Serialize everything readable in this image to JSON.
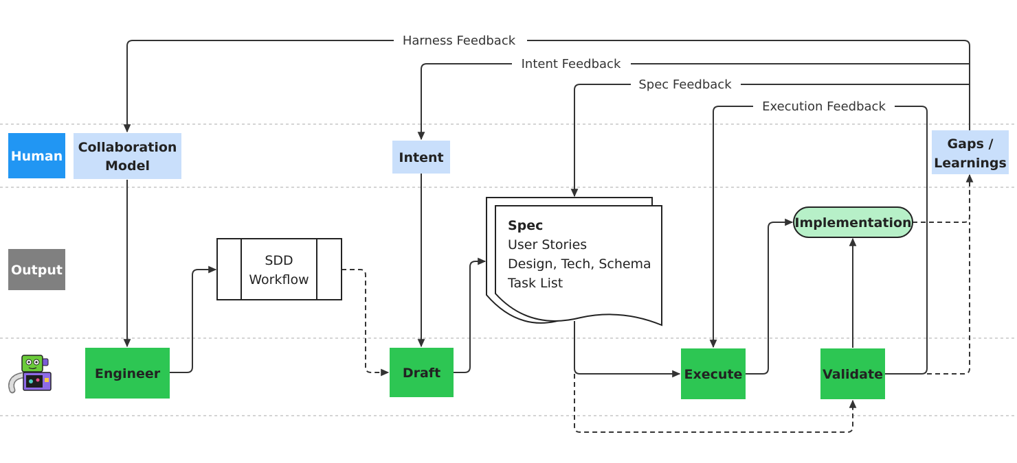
{
  "lanes": {
    "human": "Human",
    "output": "Output"
  },
  "feedback": {
    "harness": "Harness Feedback",
    "intent": "Intent Feedback",
    "spec": "Spec Feedback",
    "execution": "Execution Feedback"
  },
  "nodes": {
    "collaboration_model": [
      "Collaboration",
      "Model"
    ],
    "intent": "Intent",
    "gaps_learnings": [
      "Gaps /",
      "Learnings"
    ],
    "sdd_workflow": [
      "SDD",
      "Workflow"
    ],
    "spec": {
      "title": "Spec",
      "lines": [
        "User Stories",
        "Design, Tech, Schema",
        "Task List"
      ]
    },
    "implementation": "Implementation",
    "engineer": "Engineer",
    "draft": "Draft",
    "execute": "Execute",
    "validate": "Validate"
  },
  "colors": {
    "human_lane": "#2196F3",
    "output_lane": "#808080",
    "human_node": "#C9DFFB",
    "agent_node": "#2DC653",
    "implementation_fill": "#B7F0C8",
    "line": "#333333",
    "separator": "#BBBBBB"
  },
  "icons": {
    "agent_lane": "robot-icon"
  }
}
